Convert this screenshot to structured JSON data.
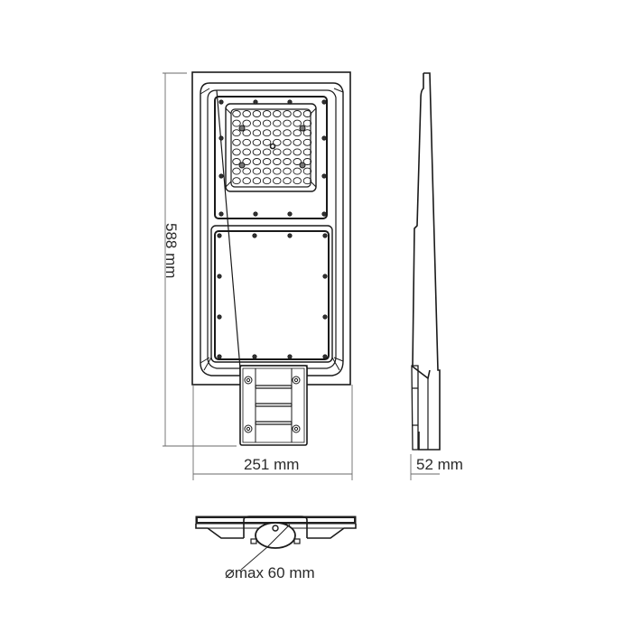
{
  "diagram": {
    "title": "Street light dimensional drawing",
    "views": [
      "front-view",
      "side-view",
      "bottom-view"
    ],
    "colors": {
      "line": "#1a1a1a",
      "dimension_line": "#6a6a6a",
      "text": "#2a2a2a",
      "background": "#ffffff"
    }
  },
  "dimensions": {
    "height": {
      "label": "588 mm",
      "value": 588,
      "unit": "mm"
    },
    "width": {
      "label": "251 mm",
      "value": 251,
      "unit": "mm"
    },
    "depth": {
      "label": "52  mm",
      "value": 52,
      "unit": "mm"
    },
    "pole_diameter": {
      "label": "⌀max 60 mm",
      "symbol": "⌀",
      "text": "max 60 mm",
      "value": 60,
      "unit": "mm"
    }
  },
  "front_view": {
    "led_module": {
      "rows": 8,
      "cols": 8,
      "center_sensor": true,
      "screw_marks": 4
    },
    "lower_panel": {
      "screws": 12
    },
    "bracket": {
      "screws": 4,
      "rails": 3
    }
  }
}
